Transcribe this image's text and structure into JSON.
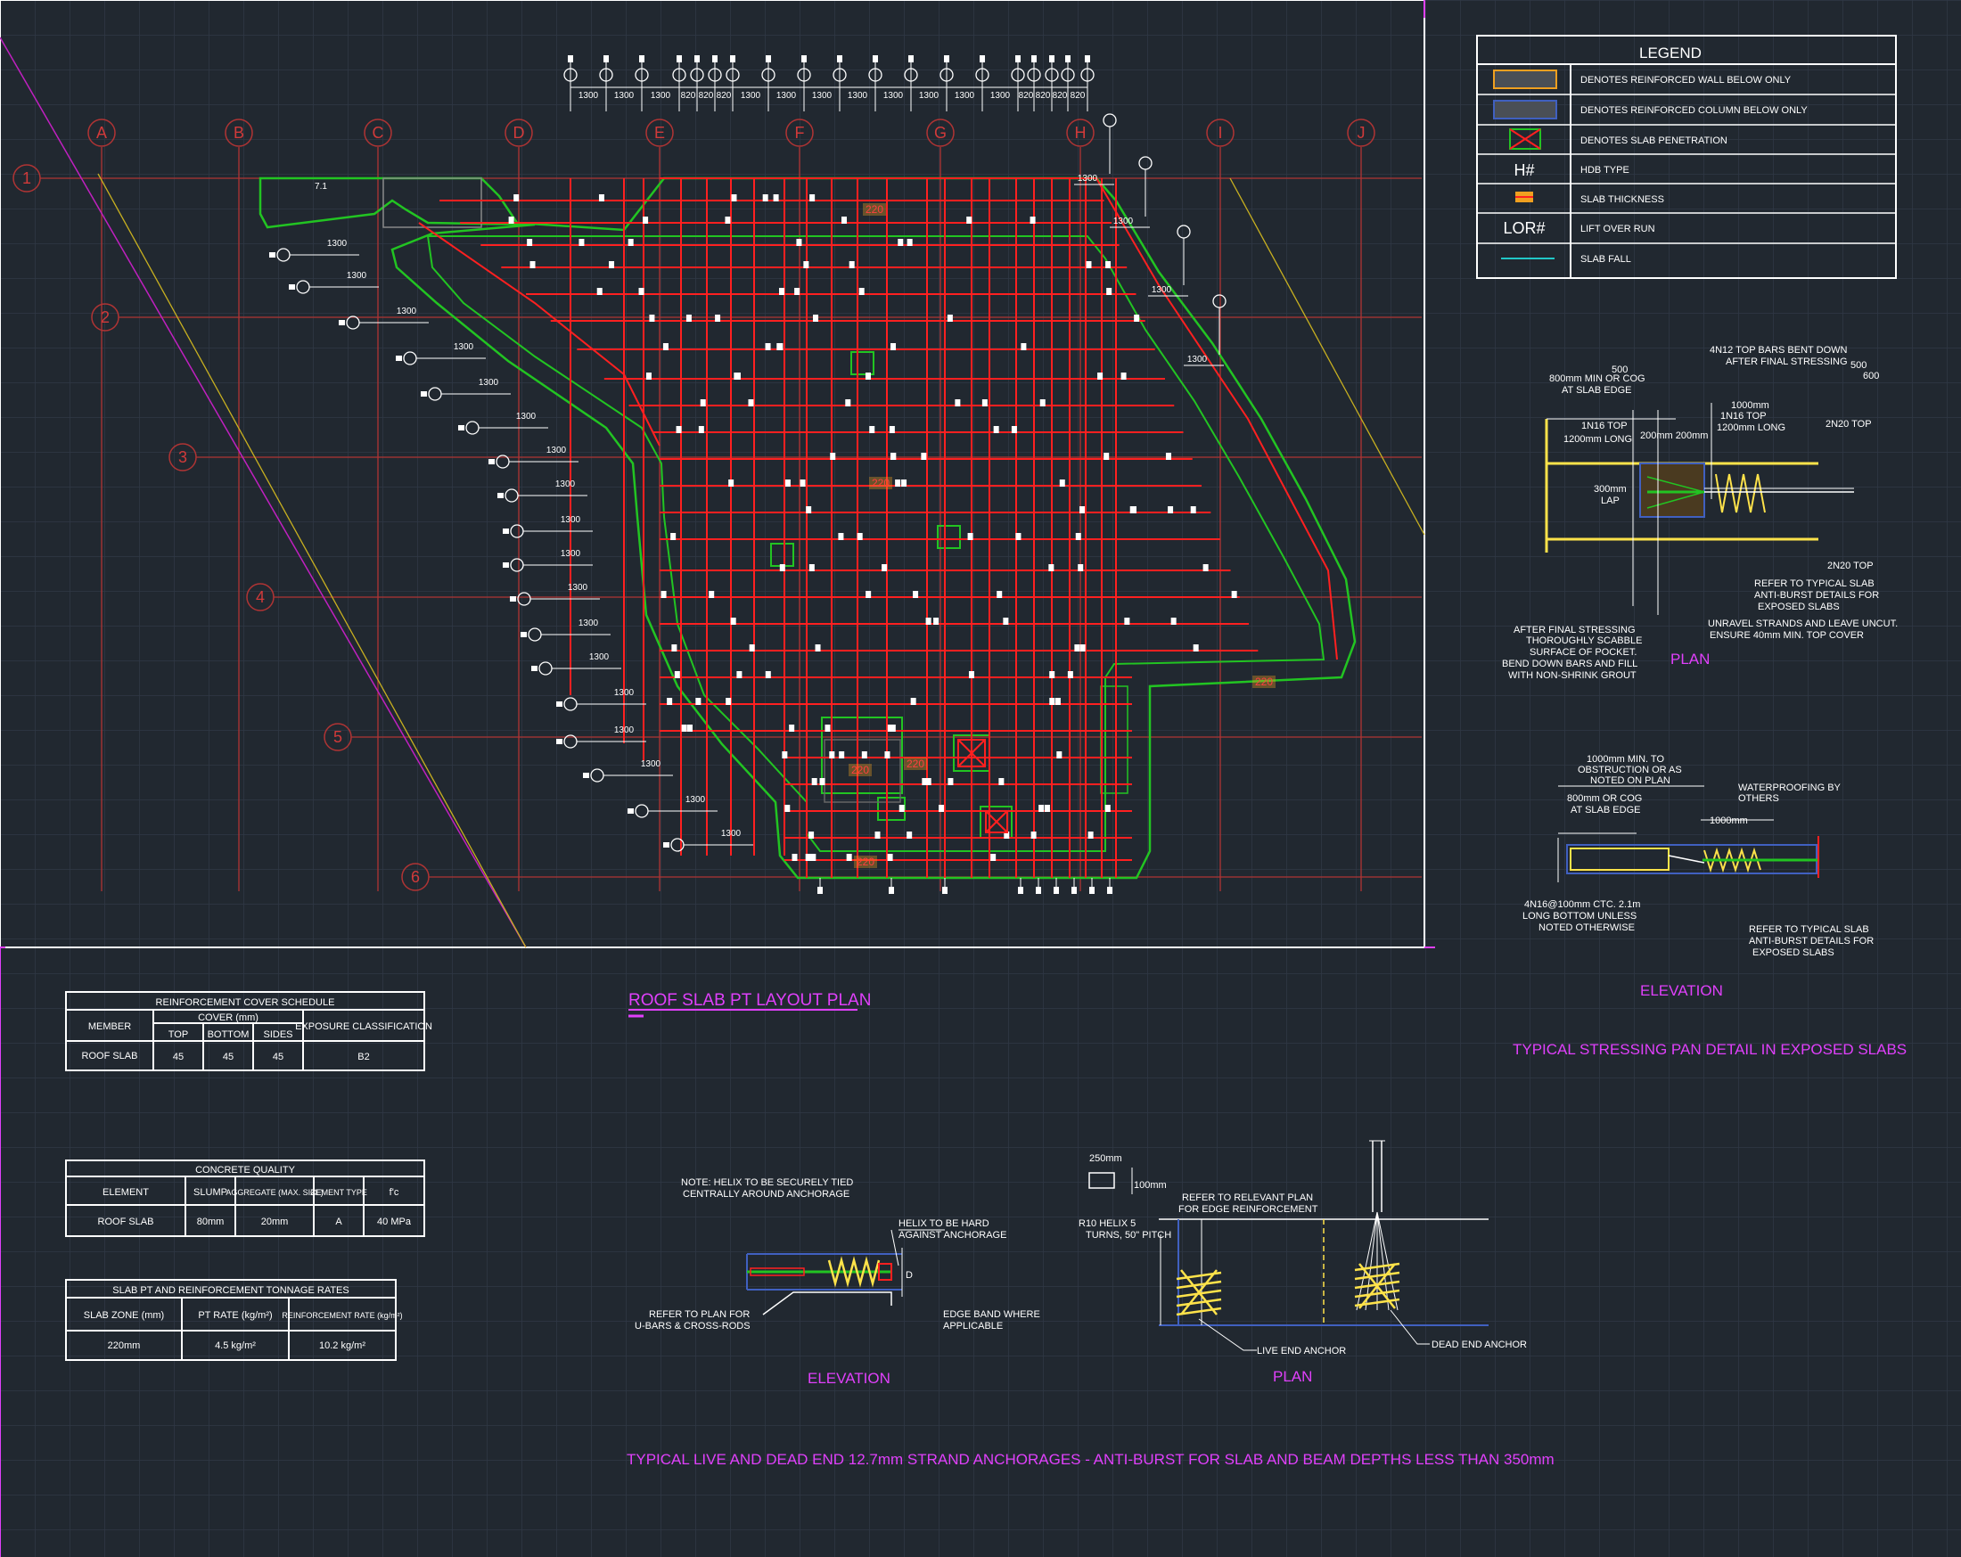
{
  "plan": {
    "title": "ROOF SLAB PT LAYOUT PLAN",
    "grid_letters": [
      "A",
      "B",
      "C",
      "D",
      "E",
      "F",
      "G",
      "H",
      "I",
      "J"
    ],
    "grid_numbers": [
      "1",
      "2",
      "3",
      "4",
      "5",
      "6"
    ],
    "slab_thickness_labels": [
      "220",
      "220",
      "220",
      "220",
      "220",
      "220"
    ],
    "spacing_label": "1300",
    "spacing_label_alt": "820",
    "spacing_label_far": "7.1"
  },
  "legend": {
    "title": "LEGEND",
    "items": [
      {
        "icon": "wall-swatch",
        "label": "DENOTES REINFORCED WALL BELOW ONLY"
      },
      {
        "icon": "column-swatch",
        "label": "DENOTES REINFORCED COLUMN BELOW ONLY"
      },
      {
        "icon": "penetration-swatch",
        "label": "DENOTES SLAB PENETRATION"
      },
      {
        "icon": "text-H#",
        "symbol": "H#",
        "label": "HDB TYPE"
      },
      {
        "icon": "thickness-swatch",
        "label": "SLAB THICKNESS"
      },
      {
        "icon": "text-LOR#",
        "symbol": "LOR#",
        "label": "LIFT OVER RUN"
      },
      {
        "icon": "fall-line",
        "label": "SLAB FALL"
      }
    ]
  },
  "pan_plan": {
    "title": "PLAN",
    "notes": {
      "n1a": "4N12 TOP BARS BENT DOWN",
      "n1b": "AFTER FINAL STRESSING",
      "n2a": "800mm MIN OR COG",
      "n2b": "AT SLAB EDGE",
      "n3a": "1N16 TOP",
      "n3b": "1200mm LONG",
      "n4a": "1000mm",
      "n4b": "1N16 TOP",
      "n4c": "1200mm LONG",
      "n5": "2N20 TOP",
      "n6": "200mm 200mm",
      "n7a": "300mm",
      "n7b": "LAP",
      "n8": "2N20 TOP",
      "n9a": "REFER TO TYPICAL SLAB",
      "n9b": "ANTI-BURST DETAILS FOR",
      "n9c": "EXPOSED SLABS",
      "n10a": "UNRAVEL STRANDS AND LEAVE UNCUT.",
      "n10b": "ENSURE 40mm MIN. TOP COVER",
      "n11a": "AFTER FINAL STRESSING",
      "n11b": "THOROUGHLY SCABBLE",
      "n11c": "SURFACE OF POCKET.",
      "n11d": "BEND DOWN BARS AND FILL",
      "n11e": "WITH NON-SHRINK GROUT",
      "dim_a": "500",
      "dim_b": "600"
    }
  },
  "pan_elevation": {
    "title": "ELEVATION",
    "notes": {
      "e1a": "1000mm MIN. TO",
      "e1b": "OBSTRUCTION OR AS",
      "e1c": "NOTED ON PLAN",
      "e2a": "800mm OR COG",
      "e2b": "AT SLAB EDGE",
      "e3a": "WATERPROOFING BY",
      "e3b": "OTHERS",
      "e4": "1000mm",
      "e5a": "4N16@100mm CTC. 2.1m",
      "e5b": "LONG BOTTOM UNLESS",
      "e5c": "NOTED OTHERWISE",
      "e6a": "REFER TO TYPICAL SLAB",
      "e6b": "ANTI-BURST DETAILS FOR",
      "e6c": "EXPOSED SLABS"
    }
  },
  "pan_detail_title": "TYPICAL STRESSING PAN DETAIL IN EXPOSED SLABS",
  "cover_schedule": {
    "title": "REINFORCEMENT COVER SCHEDULE",
    "h_member": "MEMBER",
    "h_cover": "COVER (mm)",
    "h_top": "TOP",
    "h_bottom": "BOTTOM",
    "h_sides": "SIDES",
    "h_exposure": "EXPOSURE CLASSIFICATION",
    "row": {
      "member": "ROOF SLAB",
      "top": "45",
      "bottom": "45",
      "sides": "45",
      "exposure": "B2"
    }
  },
  "concrete": {
    "title": "CONCRETE QUALITY",
    "h_element": "ELEMENT",
    "h_slump": "SLUMP",
    "h_agg": "AGGREGATE (MAX. SIZE)",
    "h_cement": "CEMENT TYPE",
    "h_fc": "f'c",
    "row": {
      "element": "ROOF SLAB",
      "slump": "80mm",
      "agg": "20mm",
      "cement": "A",
      "fc": "40 MPa"
    }
  },
  "tonnage": {
    "title": "SLAB PT AND REINFORCEMENT TONNAGE RATES",
    "h_zone": "SLAB ZONE (mm)",
    "h_pt": "PT RATE (kg/m²)",
    "h_reo": "REINFORCEMENT RATE (kg/m²)",
    "row": {
      "zone": "220mm",
      "pt": "4.5 kg/m²",
      "reo": "10.2 kg/m²"
    }
  },
  "anchor_elevation": {
    "title": "ELEVATION",
    "note1": "NOTE: HELIX TO BE SECURELY TIED",
    "note2": "CENTRALLY AROUND ANCHORAGE",
    "helix1": "HELIX TO BE HARD",
    "helix2": "AGAINST ANCHORAGE",
    "refer1": "REFER TO PLAN FOR",
    "refer2": "U-BARS & CROSS-RODS",
    "edge1": "EDGE BAND WHERE",
    "edge2": "APPLICABLE",
    "dim": "D"
  },
  "anchor_plan": {
    "title": "PLAN",
    "dim1": "250mm",
    "dim2": "100mm",
    "refer1": "REFER TO RELEVANT PLAN",
    "refer2": "FOR EDGE REINFORCEMENT",
    "r10a": "R10 HELIX 5",
    "r10b": "TURNS, 50\" PITCH",
    "live": "LIVE END ANCHOR",
    "dead": "DEAD END ANCHOR"
  },
  "anchor_main_title": "TYPICAL LIVE AND DEAD END 12.7mm STRAND ANCHORAGES - ANTI-BURST FOR SLAB AND BEAM DEPTHS LESS THAN 350mm",
  "colors": {
    "background": "#212830",
    "grid": "#2f3845",
    "tendon": "#ff2020",
    "slab_edge": "#22c422",
    "grid_line": "#b03434",
    "label": "#e040fb",
    "legend_text": "#ffffff",
    "helix": "#ffe34a",
    "wall": "#f0a020",
    "fall": "#21c7c7"
  }
}
